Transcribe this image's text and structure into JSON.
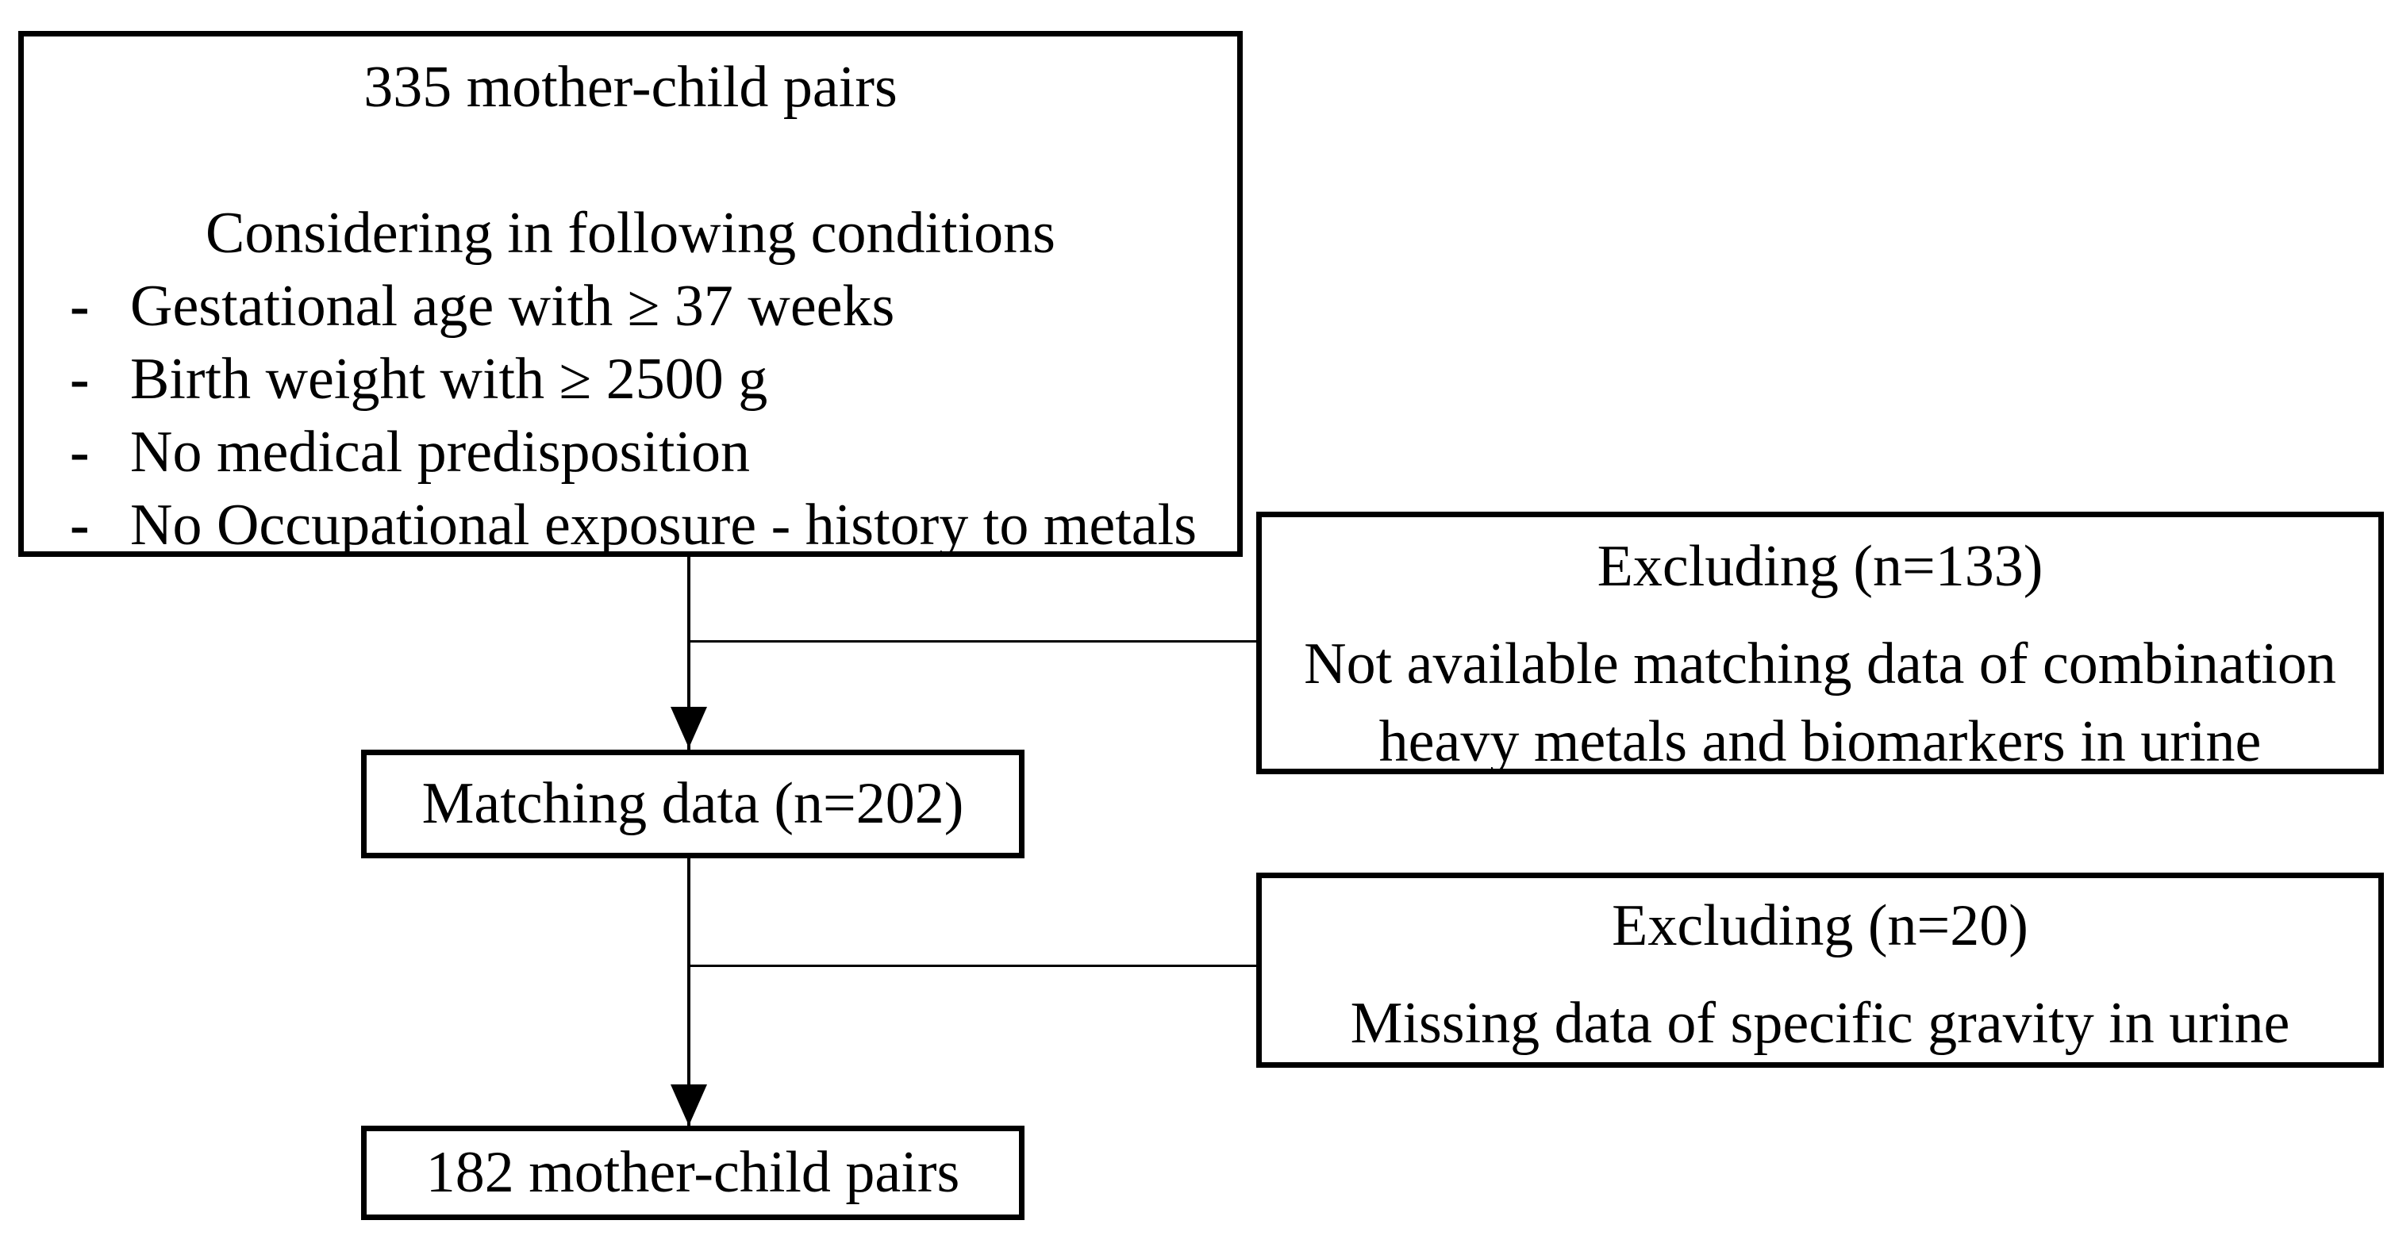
{
  "diagram": {
    "background_color": "#ffffff",
    "line_color": "#000000",
    "eligibility": {
      "title": "335 mother-child pairs",
      "subtitle": "Considering in following conditions",
      "bullet_char": "-",
      "conditions": [
        "Gestational age with ≥ 37 weeks",
        "Birth weight with ≥ 2500 g",
        "No medical predisposition",
        "No Occupational exposure - history to metals"
      ]
    },
    "excluding_1": {
      "title": "Excluding (n=133)",
      "reason": "Not available matching data of combination heavy metals and biomarkers in urine"
    },
    "matching": {
      "label": "Matching data (n=202)"
    },
    "excluding_2": {
      "title": "Excluding (n=20)",
      "reason": "Missing data of specific gravity in urine"
    },
    "final": {
      "label": "182 mother-child pairs"
    }
  }
}
